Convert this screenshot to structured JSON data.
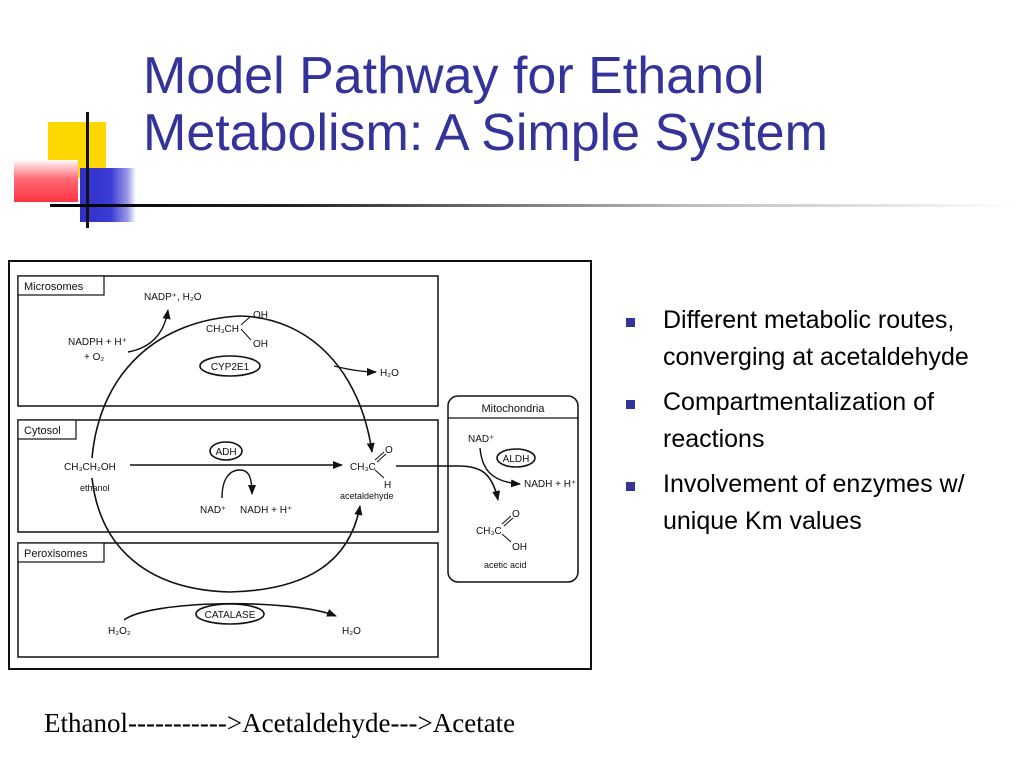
{
  "slide": {
    "title_lines": [
      "Model Pathway for Ethanol",
      "Metabolism: A Simple System"
    ],
    "bullets": [
      "Different metabolic routes, converging at acetaldehyde",
      "Compartmentalization of reactions",
      "Involvement of enzymes w/ unique Km values"
    ],
    "caption": "Ethanol----------->Acetaldehyde--->Acetate",
    "colors": {
      "title": "#333399",
      "bullet": "#333399",
      "deco_yellow": "#FFD700",
      "deco_blue": "#3333CC",
      "deco_red": "#FF3344"
    }
  },
  "diagram": {
    "compartments": {
      "microsomes": "Microsomes",
      "cytosol": "Cytosol",
      "peroxisomes": "Peroxisomes",
      "mitochondria": "Mitochondria"
    },
    "enzymes": {
      "cyp2e1": "CYP2E1",
      "adh": "ADH",
      "aldh": "ALDH",
      "catalase": "CATALASE"
    },
    "molecules": {
      "nadp_h2o": "NADP⁺, H₂O",
      "nadph_h": "NADPH + H⁺",
      "o2": "+ O₂",
      "ch3ch": "CH₃CH",
      "oh_top": "OH",
      "oh_bottom": "OH",
      "h2o_micro": "H₂O",
      "ch3ch2oh": "CH₃CH₂OH",
      "ethanol": "ethanol",
      "nad_cyto": "NAD⁺",
      "nadh_cyto": "NADH + H⁺",
      "ch3c": "CH₃C",
      "o_ald": "O",
      "h_ald": "H",
      "acetaldehyde": "acetaldehyde",
      "nad_mito": "NAD⁺",
      "nadh_mito": "NADH + H⁺",
      "ch3c_acid": "CH₃C",
      "o_acid": "O",
      "oh_acid": "OH",
      "acetic_acid": "acetic acid",
      "h2o2": "H₂O₂",
      "h2o_perox": "H₂O"
    }
  }
}
